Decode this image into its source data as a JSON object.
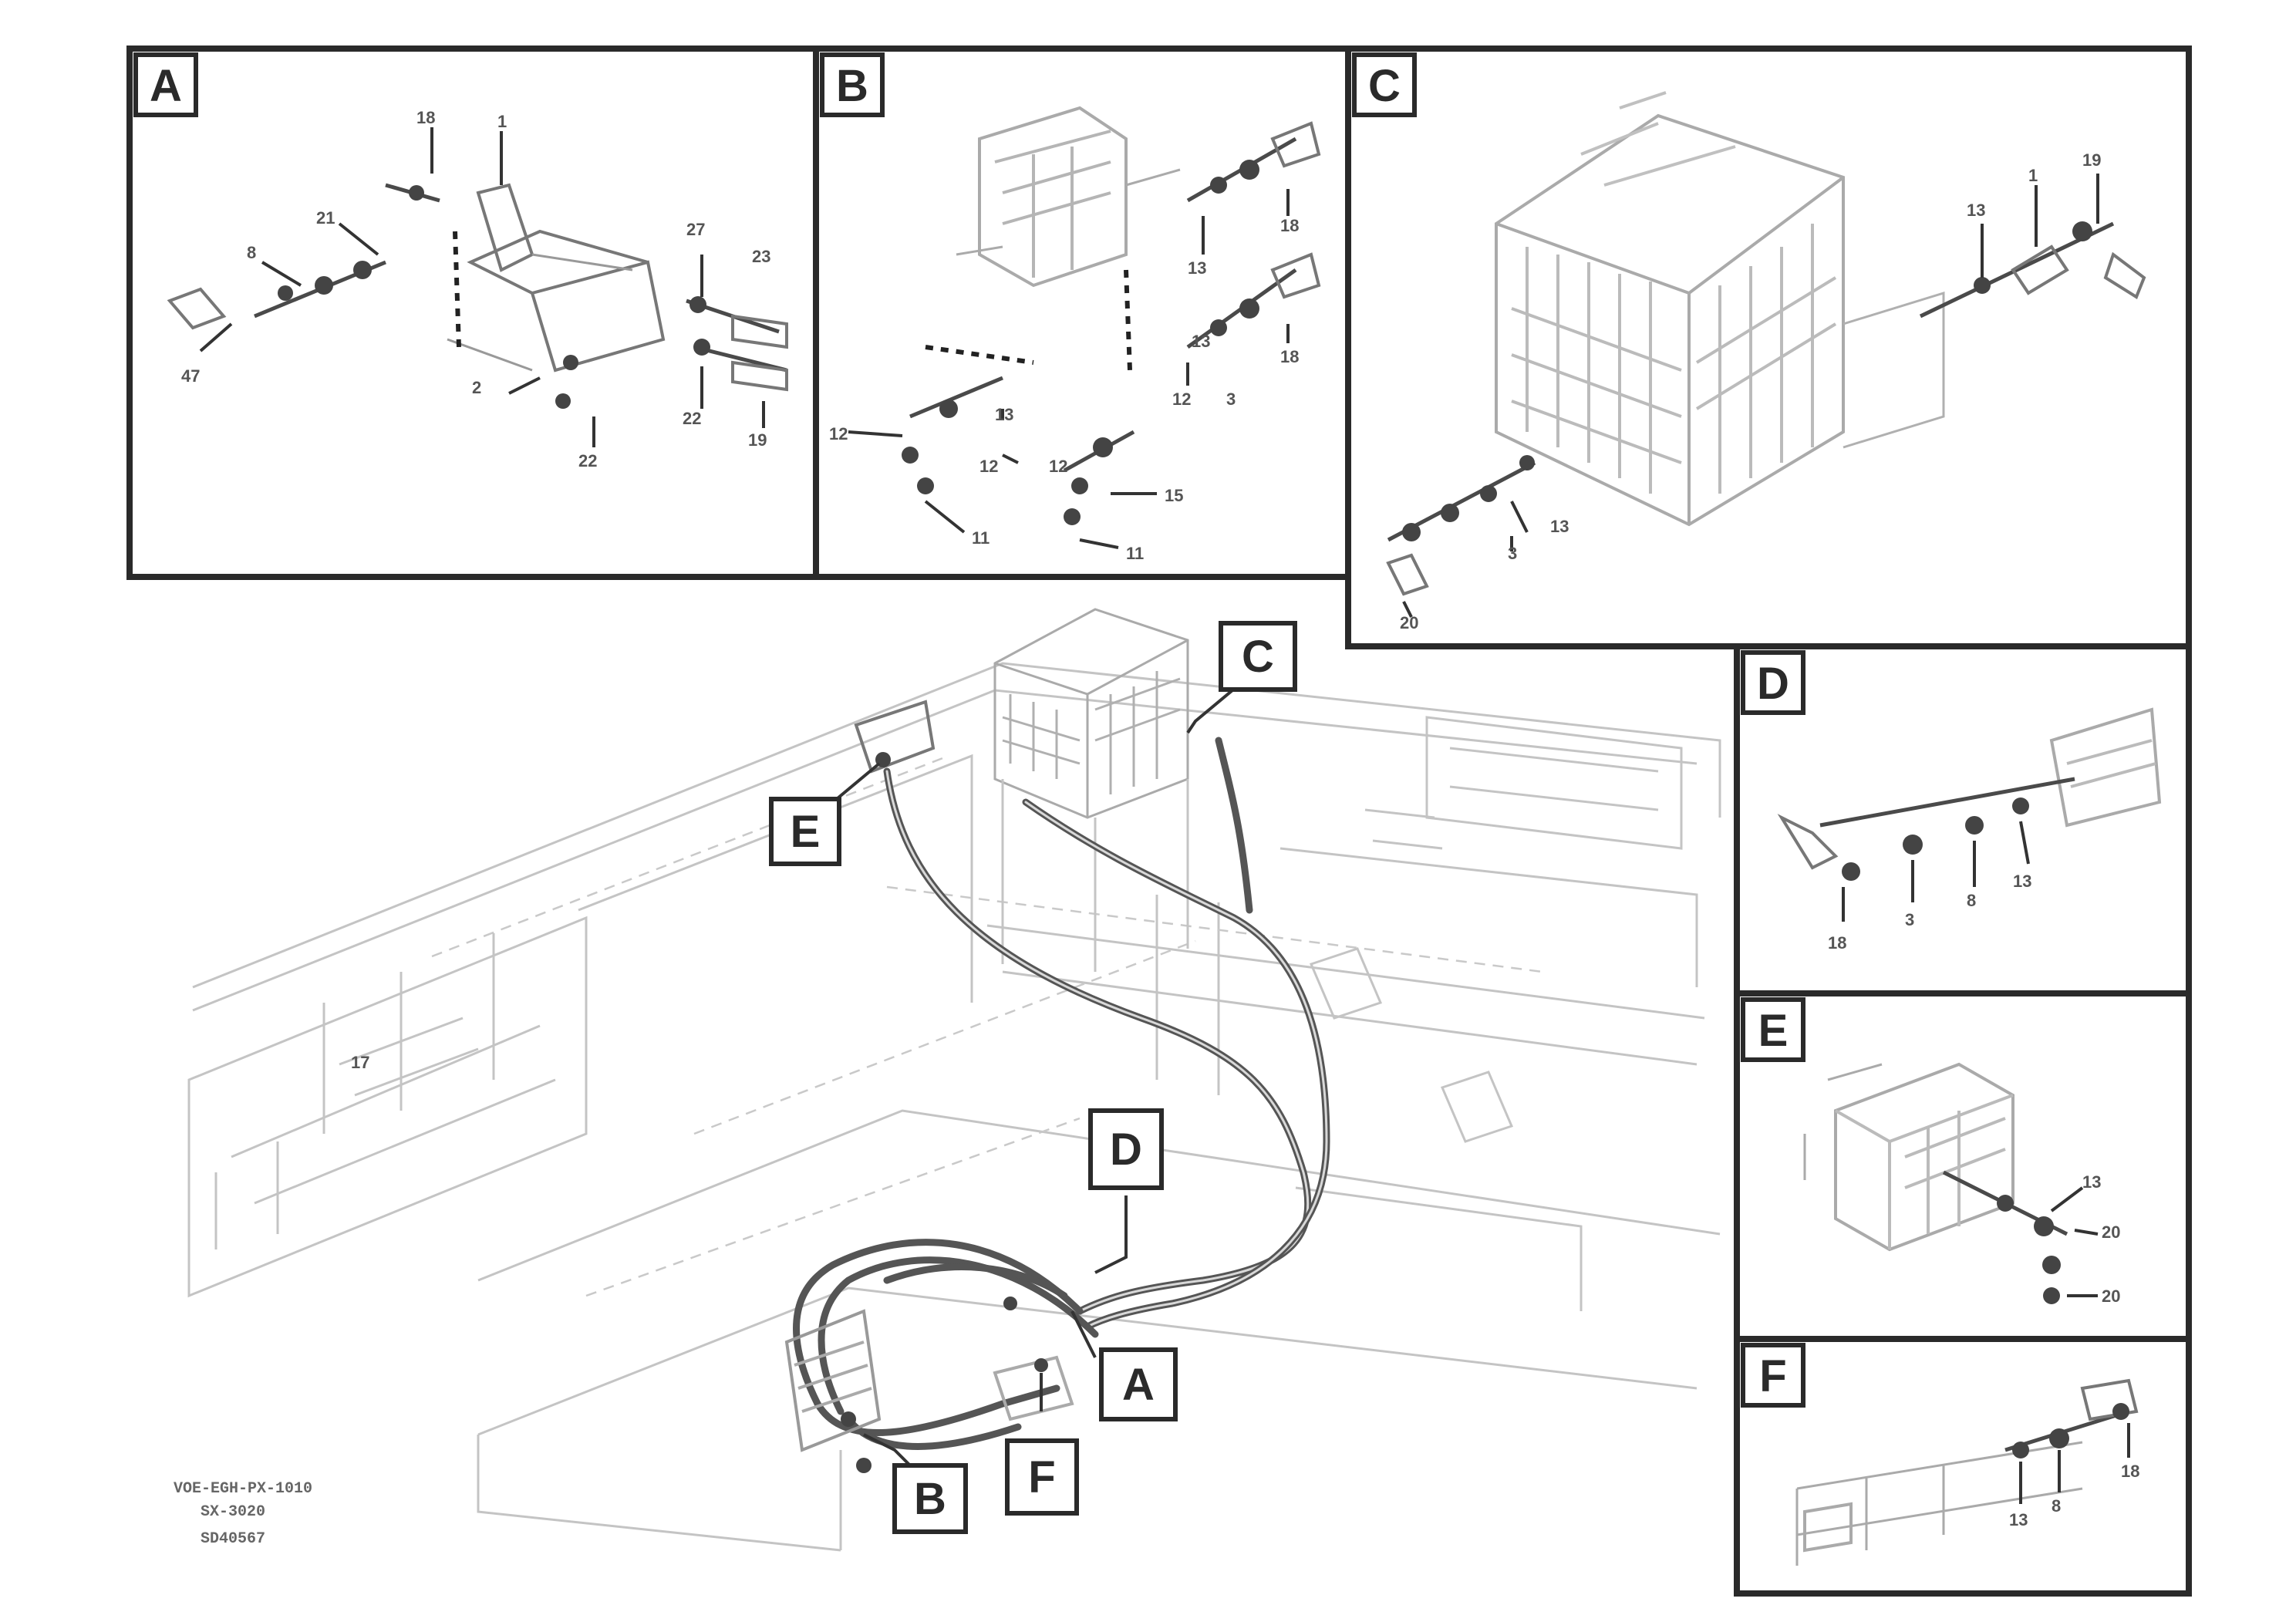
{
  "callouts": {
    "A": "A",
    "B": "B",
    "C": "C",
    "D": "D",
    "E": "E",
    "F": "F"
  },
  "panel_A": {
    "nums": [
      "18",
      "1",
      "21",
      "8",
      "27",
      "23",
      "47",
      "2",
      "22",
      "22",
      "19"
    ]
  },
  "panel_B": {
    "nums": [
      "18",
      "13",
      "13",
      "18",
      "12",
      "3",
      "12",
      "13",
      "12",
      "11",
      "12",
      "15",
      "11"
    ]
  },
  "panel_C": {
    "nums": [
      "19",
      "13",
      "1",
      "13",
      "3",
      "20"
    ]
  },
  "panel_D": {
    "nums": [
      "18",
      "3",
      "8",
      "13"
    ]
  },
  "panel_E": {
    "nums": [
      "13",
      "20",
      "20"
    ]
  },
  "panel_F": {
    "nums": [
      "13",
      "8",
      "18"
    ]
  },
  "main": {
    "label_17": "17"
  },
  "drawing_code": {
    "line1": "VOE-EGH-PX-1010",
    "line2": "SX-3020",
    "line3": "SD40567"
  },
  "colors": {
    "frame": "#2a2a2a",
    "ghost_lines": "#c4c4c4",
    "hose": "#555555",
    "background": "#ffffff"
  }
}
